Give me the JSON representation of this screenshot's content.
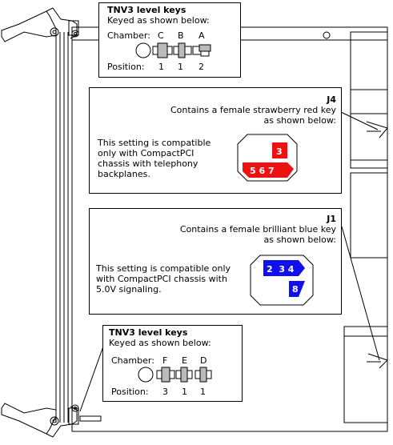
{
  "top_keys": {
    "title": "TNV3 level keys",
    "subtitle": "Keyed as shown below:",
    "chamber_label": "Chamber:",
    "chambers": [
      "C",
      "B",
      "A"
    ],
    "position_label": "Position:",
    "positions": [
      "1",
      "1",
      "2"
    ]
  },
  "j4": {
    "id": "J4",
    "line1": "Contains a female strawberry red key",
    "line2": "as shown below:",
    "note": [
      "This setting is compatible",
      "only with CompactPCI",
      "chassis with telephony",
      "backplanes."
    ],
    "key_digits_top": "3",
    "key_digits_bottom": "5 6 7",
    "key_color": "#ee1111"
  },
  "j1": {
    "id": "J1",
    "line1": "Contains a female brilliant blue key",
    "line2": "as shown below:",
    "note": [
      "This setting is compatible only",
      "with CompactPCI chassis with",
      "5.0V signaling."
    ],
    "key_digits_top": "2  3 4",
    "key_digits_bottom": "8",
    "key_color": "#1010ee"
  },
  "bottom_keys": {
    "title": "TNV3 level keys",
    "subtitle": "Keyed as shown below:",
    "chamber_label": "Chamber:",
    "chambers": [
      "F",
      "E",
      "D"
    ],
    "position_label": "Position:",
    "positions": [
      "3",
      "1",
      "1"
    ]
  }
}
